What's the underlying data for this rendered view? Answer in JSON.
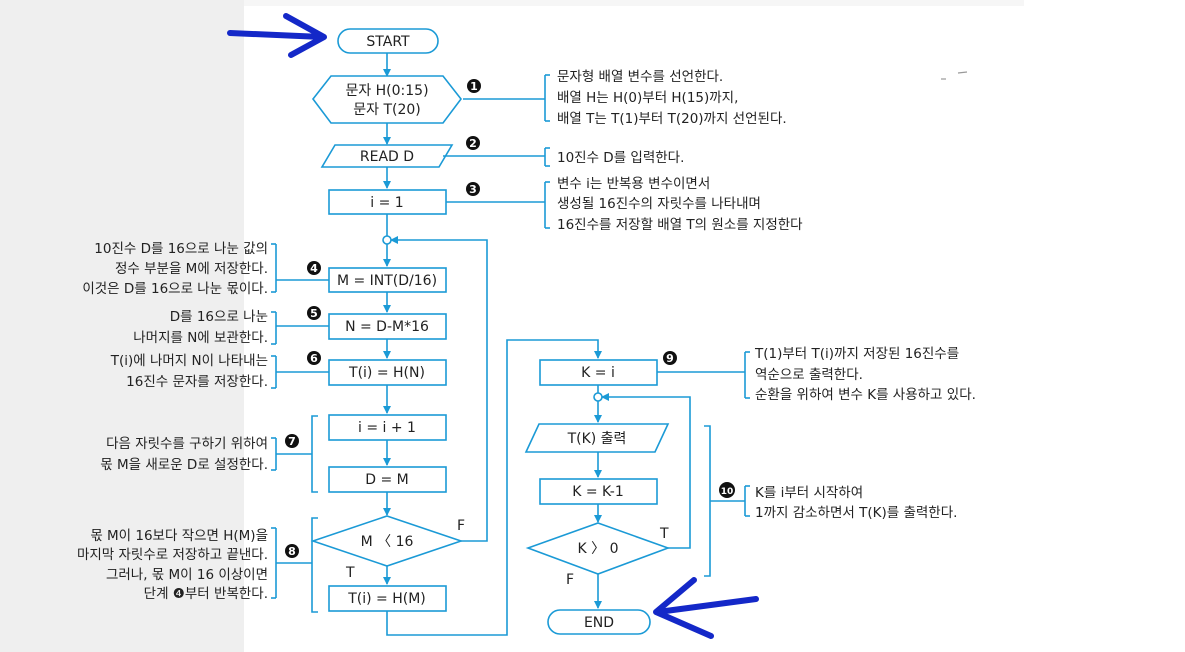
{
  "start": "START",
  "end": "END",
  "declare": [
    "문자 H(0:15)",
    "문자 T(20)"
  ],
  "read": "READ D",
  "init": "i = 1",
  "step4": "M = INT(D/16)",
  "step5": "N = D-M*16",
  "step6": "T(i) = H(N)",
  "incr": "i = i + 1",
  "assign": "D = M",
  "cond1": "M 〈 16",
  "final": "T(i) = H(M)",
  "k_init": "K = i",
  "output": "T(K) 출력",
  "k_dec": "K = K-1",
  "cond2": "K 〉 0",
  "branch": {
    "true": "T",
    "false": "F"
  },
  "markers": [
    "1",
    "2",
    "3",
    "4",
    "5",
    "6",
    "7",
    "8",
    "9",
    "10"
  ],
  "notes": {
    "n1": [
      "문자형 배열 변수를 선언한다.",
      "배열 H는 H(0)부터 H(15)까지,",
      "배열 T는 T(1)부터 T(20)까지 선언된다."
    ],
    "n2": [
      "10진수 D를 입력한다."
    ],
    "n3": [
      "변수 i는 반복용 변수이면서",
      "생성될 16진수의 자릿수를 나타내며",
      "16진수를 저장할 배열 T의 원소를 지정한다"
    ],
    "n4": [
      "10진수 D를 16으로 나눈 값의",
      "정수 부분을 M에 저장한다.",
      "이것은 D를 16으로 나눈 몫이다."
    ],
    "n5": [
      "D를 16으로 나눈",
      "나머지를 N에 보관한다."
    ],
    "n6": [
      "T(i)에 나머지 N이 나타내는",
      "16진수 문자를 저장한다."
    ],
    "n7": [
      "다음 자릿수를 구하기 위하여",
      "몫 M을 새로운 D로 설정한다."
    ],
    "n8": [
      "몫 M이 16보다 작으면 H(M)을",
      "마지막 자릿수로 저장하고 끝낸다.",
      "그러나, 몫 M이 16 이상이면",
      "단계 ❹부터 반복한다."
    ],
    "n9": [
      "T(1)부터 T(i)까지 저장된 16진수를",
      "역순으로 출력한다.",
      "순환을 위하여 변수 K를 사용하고 있다."
    ],
    "n10": [
      "K를 i부터 시작하여",
      "1까지 감소하면서 T(K)를 출력한다."
    ]
  },
  "colors": {
    "flow": "#1b9ad6",
    "text": "#222222",
    "marker": "#111111",
    "arrow": "#1428c8"
  }
}
